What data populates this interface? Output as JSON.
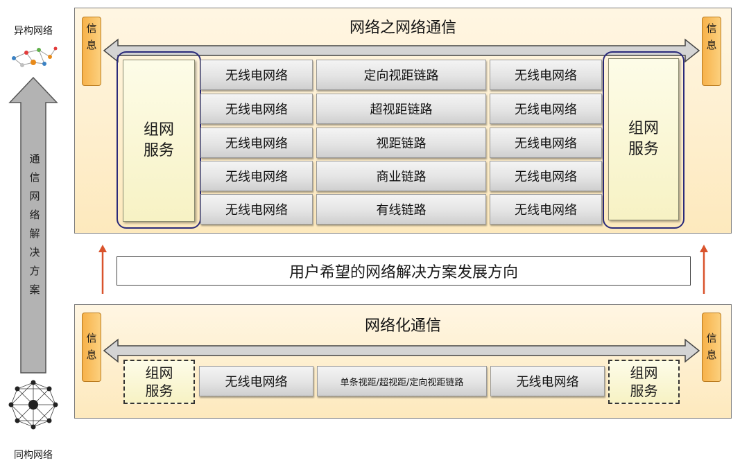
{
  "side": {
    "top_label": "异构网络",
    "bottom_label": "同构网络",
    "axis_text": "通信网络解决方案"
  },
  "upper_panel": {
    "title": "网络之网络通信",
    "info_left": "信息",
    "info_right": "信息",
    "service_left": "组网服务",
    "service_right": "组网服务",
    "rows": [
      [
        "无线电网络",
        "定向视距链路",
        "无线电网络"
      ],
      [
        "无线电网络",
        "超视距链路",
        "无线电网络"
      ],
      [
        "无线电网络",
        "视距链路",
        "无线电网络"
      ],
      [
        "无线电网络",
        "商业链路",
        "无线电网络"
      ],
      [
        "无线电网络",
        "有线链路",
        "无线电网络"
      ]
    ]
  },
  "direction": "用户希望的网络解决方案发展方向",
  "lower_panel": {
    "title": "网络化通信",
    "info_left": "信息",
    "info_right": "信息",
    "service_left": "组网服务",
    "service_right": "组网服务",
    "cells": [
      "无线电网络",
      "单条视距/超视距/定向视距链路",
      "无线电网络"
    ]
  },
  "colors": {
    "panel_fill": "#fde9bd",
    "info_tag": "#f7b24a",
    "service_border": "#2a2a7a",
    "up_arrow": "#d9532c"
  }
}
